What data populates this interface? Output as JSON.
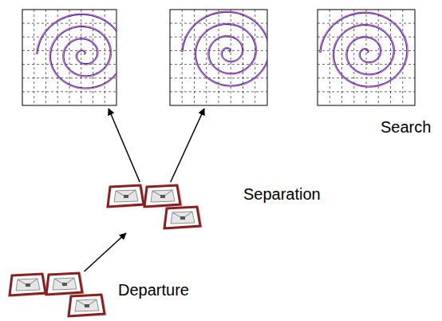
{
  "diagram": {
    "nodes": [
      {
        "text": [
          "Search"
        ]
      },
      {
        "text": [
          "Separation"
        ]
      },
      {
        "text": [
          "Departure"
        ]
      }
    ],
    "edges": [
      {
        "from": 2,
        "to": 1,
        "arrow": "to"
      },
      {
        "from": 1,
        "to": 0,
        "arrow": "to"
      },
      {
        "from": 1,
        "to": 0,
        "arrow": "to"
      }
    ]
  }
}
